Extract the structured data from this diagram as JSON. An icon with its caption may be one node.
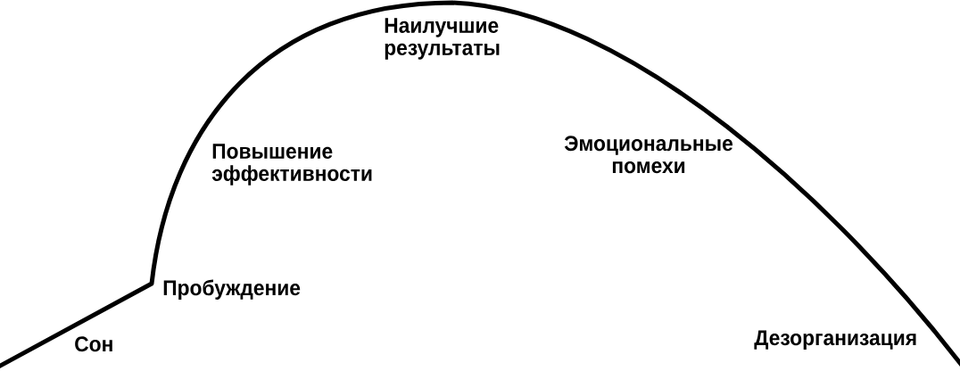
{
  "diagram": {
    "labels": [
      "Наилучшие результаты",
      "Повышение эффективности",
      "Эмоциональные помехи",
      "Пробуждение",
      "Сон",
      "Дезорганизация"
    ]
  }
}
